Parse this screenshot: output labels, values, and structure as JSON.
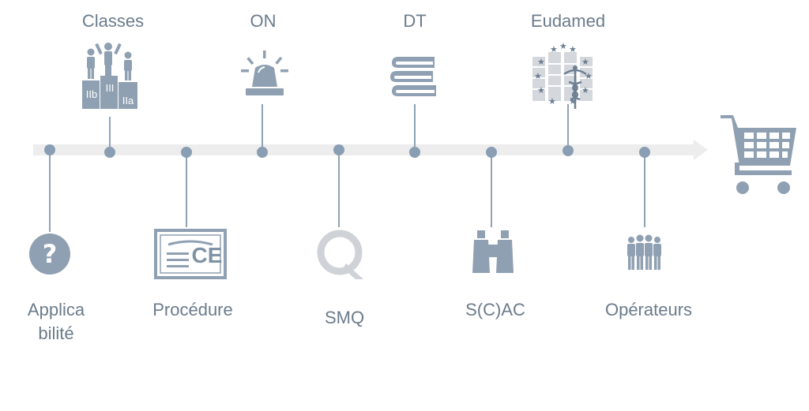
{
  "timeline": {
    "colors": {
      "axis": "#ededed",
      "node": "#8a9eb3",
      "stem": "#8fa3b6",
      "icon": "#8fa0b2",
      "icon_light": "#cfd3d7",
      "label": "#6b7b8c"
    },
    "steps_top": [
      {
        "label": "Classes",
        "icon": "podium-icon",
        "badges": [
          "IIb",
          "III",
          "IIa"
        ]
      },
      {
        "label": "ON",
        "icon": "alarm-beacon-icon"
      },
      {
        "label": "DT",
        "icon": "books-icon"
      },
      {
        "label": "Eudamed",
        "icon": "eu-medical-database-icon"
      }
    ],
    "steps_bottom": [
      {
        "label": "Applica bilité",
        "icon": "question-icon"
      },
      {
        "label": "Procédure",
        "icon": "ce-certificate-icon",
        "badge": "CE"
      },
      {
        "label": "SMQ",
        "icon": "q-quality-icon"
      },
      {
        "label": "S(C)AC",
        "icon": "binoculars-icon"
      },
      {
        "label": "Opérateurs",
        "icon": "people-group-icon"
      }
    ],
    "end_icon": "shopping-cart-icon"
  }
}
